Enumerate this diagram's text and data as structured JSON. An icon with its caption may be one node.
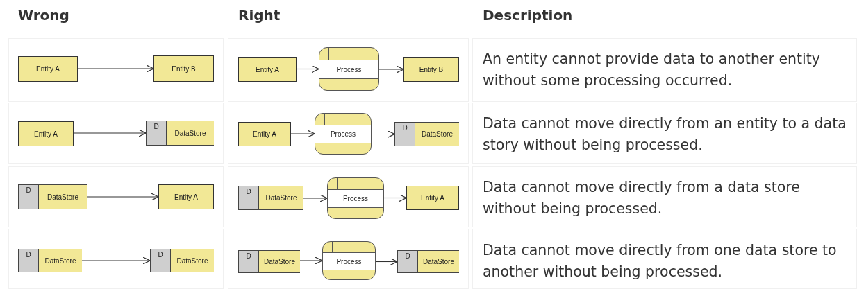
{
  "diagram": {
    "nodes": [
      {
        "text": [
          "Entity A"
        ]
      },
      {
        "text": [
          "Entity B"
        ]
      },
      {
        "text": [
          "Entity A"
        ]
      },
      {
        "text": [
          "Process"
        ]
      },
      {
        "text": [
          "Entity B"
        ]
      },
      {
        "text": [
          "Entity A"
        ]
      },
      {
        "text": [
          "D",
          "DataStore"
        ]
      },
      {
        "text": [
          "Entity A"
        ]
      },
      {
        "text": [
          "Process"
        ]
      },
      {
        "text": [
          "D",
          "DataStore"
        ]
      },
      {
        "text": [
          "D",
          "DataStore"
        ]
      },
      {
        "text": [
          "Entity A"
        ]
      },
      {
        "text": [
          "D",
          "DataStore"
        ]
      },
      {
        "text": [
          "Process"
        ]
      },
      {
        "text": [
          "Entity A"
        ]
      },
      {
        "text": [
          "D",
          "DataStore"
        ]
      },
      {
        "text": [
          "D",
          "DataStore"
        ]
      },
      {
        "text": [
          "D",
          "DataStore"
        ]
      },
      {
        "text": [
          "Process"
        ]
      },
      {
        "text": [
          "D",
          "DataStore"
        ]
      }
    ],
    "edges": [
      {
        "from": 0,
        "to": 1,
        "arrow": "to"
      },
      {
        "from": 2,
        "to": 3,
        "arrow": "to"
      },
      {
        "from": 3,
        "to": 4,
        "arrow": "to"
      },
      {
        "from": 5,
        "to": 6,
        "arrow": "to"
      },
      {
        "from": 7,
        "to": 8,
        "arrow": "to"
      },
      {
        "from": 8,
        "to": 9,
        "arrow": "to"
      },
      {
        "from": 10,
        "to": 11,
        "arrow": "to"
      },
      {
        "from": 12,
        "to": 13,
        "arrow": "to"
      },
      {
        "from": 13,
        "to": 14,
        "arrow": "to"
      },
      {
        "from": 15,
        "to": 16,
        "arrow": "to"
      },
      {
        "from": 17,
        "to": 18,
        "arrow": "to"
      },
      {
        "from": 18,
        "to": 19,
        "arrow": "to"
      }
    ],
    "labels": [
      "Wrong",
      "Right",
      "Description",
      "An entity cannot provide data to another entity without some processing occurred.",
      "Data cannot move directly from an entity to a data story without being processed.",
      "Data cannot move directly from a data store without being processed.",
      "Data cannot move directly from one data store to another without being processed."
    ]
  }
}
